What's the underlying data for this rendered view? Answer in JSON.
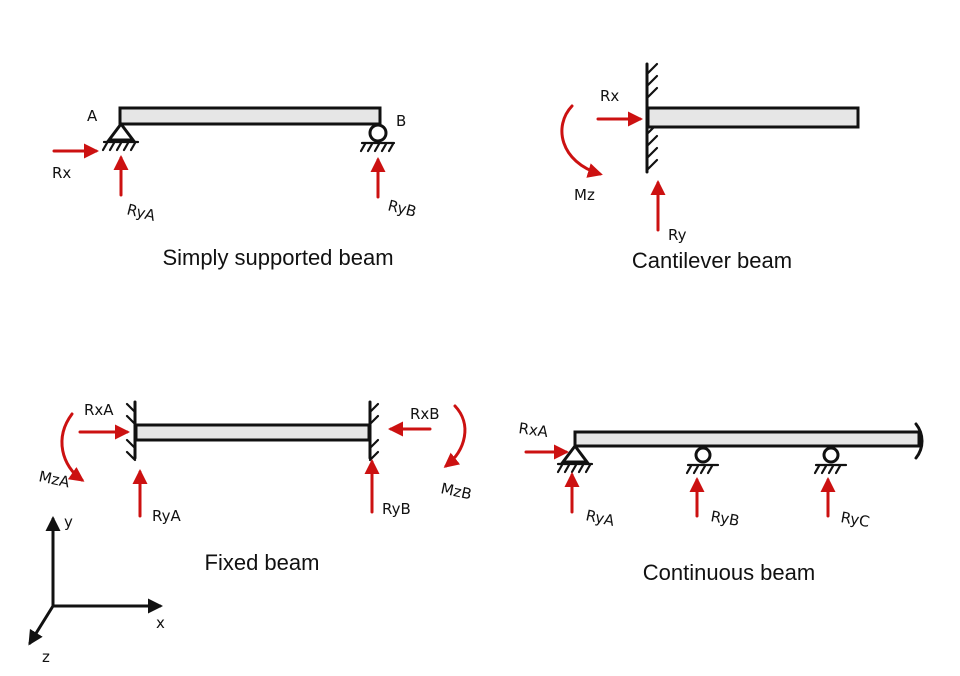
{
  "diagrams": {
    "simply_supported": {
      "caption": "Simply supported beam",
      "label_a": "A",
      "label_b": "B",
      "label_rx": "Rx",
      "label_rya": "RyA",
      "label_ryb": "RyB"
    },
    "cantilever": {
      "caption": "Cantilever beam",
      "label_rx": "Rx",
      "label_ry": "Ry",
      "label_mz": "Mz"
    },
    "fixed": {
      "caption": "Fixed beam",
      "label_rxa": "RxA",
      "label_rxb": "RxB",
      "label_mza": "MzA",
      "label_mzb": "MzB",
      "label_rya": "RyA",
      "label_ryb": "RyB"
    },
    "continuous": {
      "caption": "Continuous beam",
      "label_rxa": "RxA",
      "label_rya": "RyA",
      "label_ryb": "RyB",
      "label_ryc": "RyC"
    }
  },
  "axes": {
    "x_label": "x",
    "y_label": "y",
    "z_label": "z"
  },
  "colors": {
    "reaction": "#cc1111",
    "beam_fill": "#e6e6e6",
    "ink": "#111111"
  }
}
